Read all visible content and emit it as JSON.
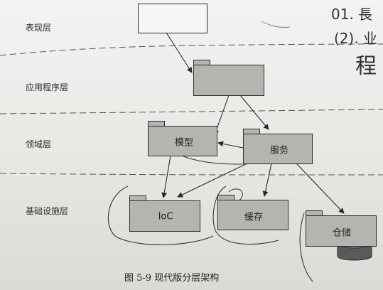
{
  "layers": [
    {
      "id": "presentation",
      "label": "表现层"
    },
    {
      "id": "application",
      "label": "应用程序层"
    },
    {
      "id": "domain",
      "label": "领域层"
    },
    {
      "id": "infrastructure",
      "label": "基础设施层"
    }
  ],
  "packages": [
    {
      "id": "model",
      "label": "模型"
    },
    {
      "id": "service",
      "label": "服务"
    },
    {
      "id": "ioc",
      "label": "IoC"
    },
    {
      "id": "cache",
      "label": "缓存"
    },
    {
      "id": "repository",
      "label": "仓储"
    }
  ],
  "caption": "图 5-9    现代版分层架构",
  "handwriting": {
    "line1": "01. 長",
    "line2": "(2). 业",
    "line3": "程"
  },
  "colors": {
    "package_fill": "#b4b4b1",
    "line": "#2c2c2c",
    "paper": "#ececea"
  }
}
